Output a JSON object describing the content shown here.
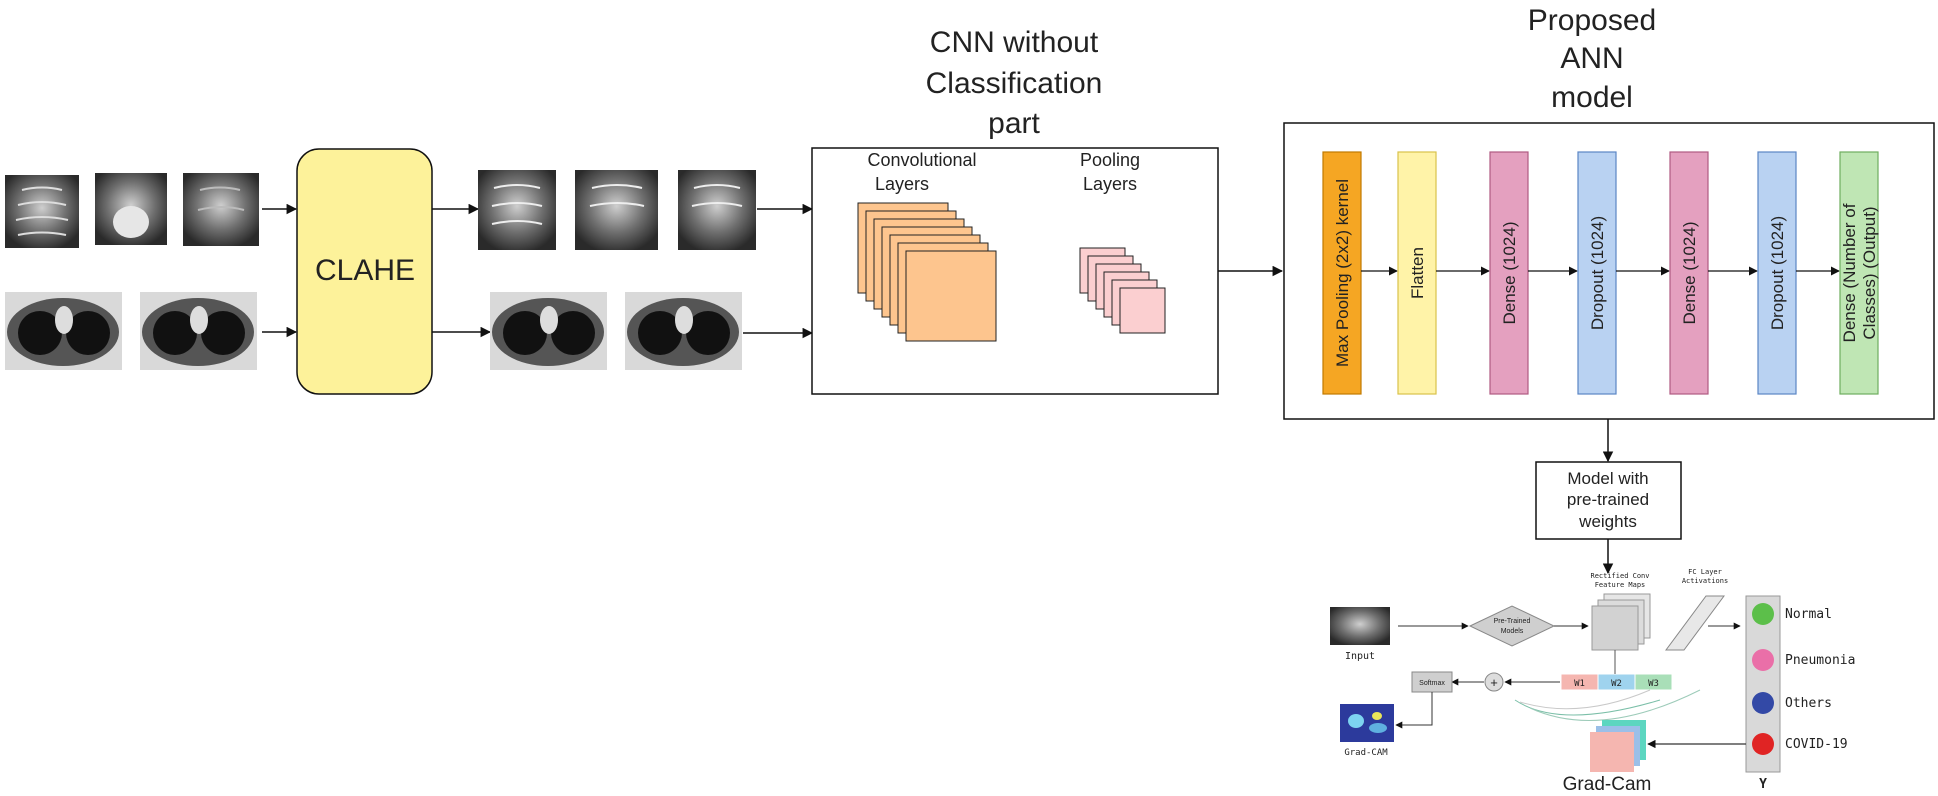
{
  "titles": {
    "cnn": [
      "CNN without",
      "Classification",
      "part"
    ],
    "ann": [
      "Proposed",
      "ANN",
      "model"
    ]
  },
  "clahe_label": "CLAHE",
  "cnn_box": {
    "conv_label": [
      "Convolutional",
      "Layers"
    ],
    "pool_label": [
      "Pooling",
      "Layers"
    ]
  },
  "ann_layers": [
    {
      "label": "Max Pooling (2x2) kernel",
      "color": "#f5a623",
      "stroke": "#c07a00"
    },
    {
      "label": "Flatten",
      "color": "#fff3a8",
      "stroke": "#d9c24a"
    },
    {
      "label": "Dense (1024)",
      "color": "#e4a0bf",
      "stroke": "#b05a82"
    },
    {
      "label": "Dropout (1024)",
      "color": "#b9d2f2",
      "stroke": "#5b86c4"
    },
    {
      "label": "Dense (1024)",
      "color": "#e4a0bf",
      "stroke": "#b05a82"
    },
    {
      "label": "Dropout (1024)",
      "color": "#b9d2f2",
      "stroke": "#5b86c4"
    },
    {
      "label": "Dense (Number of Classes) (Output)",
      "color": "#bfe6b4",
      "stroke": "#6fae5f"
    }
  ],
  "pretrained_box": [
    "Model with",
    "pre-trained",
    "weights"
  ],
  "gradcam": {
    "input_label": "Input",
    "pretrained_models": [
      "Pre-Trained",
      "Models"
    ],
    "feature_maps_label": [
      "Rectified Conv",
      "Feature Maps"
    ],
    "fc_label": [
      "FC Layer",
      "Activations"
    ],
    "weights": [
      "W1",
      "W2",
      "W3"
    ],
    "softmax_label": "Softmax",
    "plus_label": "+",
    "gradcam_small_label": "Grad-CAM",
    "gradcam_big_label": "Grad-Cam",
    "y_label": "Y",
    "classes": [
      {
        "label": "Normal",
        "color": "#5cbf4a"
      },
      {
        "label": "Pneumonia",
        "color": "#ea6fa8"
      },
      {
        "label": "Others",
        "color": "#3349a6"
      },
      {
        "label": "COVID-19",
        "color": "#e02424"
      }
    ]
  }
}
